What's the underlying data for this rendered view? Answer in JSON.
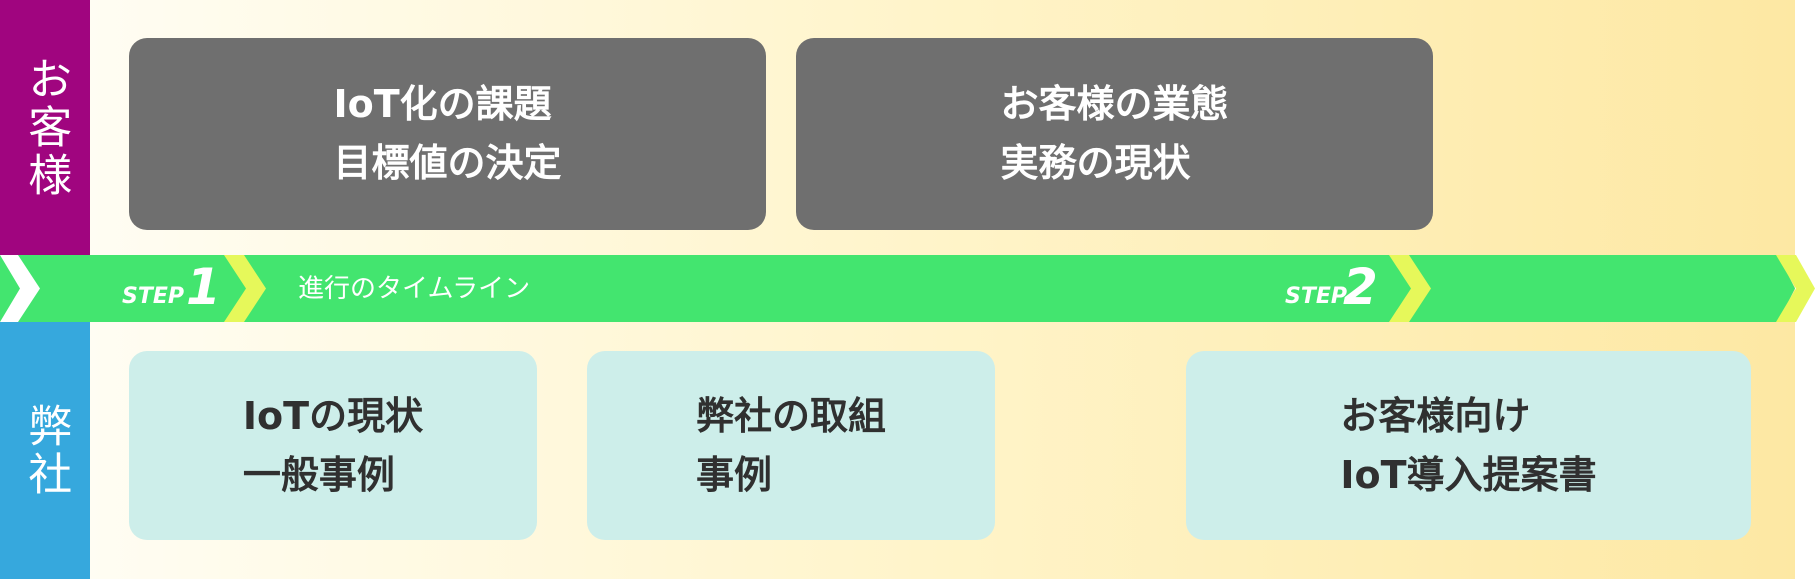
{
  "sidebar": {
    "customer_label": "お客様",
    "company_label": "弊社"
  },
  "customer_boxes": [
    {
      "line1": "IoT化の課題",
      "line2": "目標値の決定"
    },
    {
      "line1": "お客様の業態",
      "line2": "実務の現状"
    }
  ],
  "timeline": {
    "caption": "進行のタイムライン",
    "step1_word": "STEP",
    "step1_num": "1",
    "step2_word": "STEP",
    "step2_num": "2"
  },
  "company_boxes": [
    {
      "line1": "IoTの現状",
      "line2": "一般事例"
    },
    {
      "line1": "弊社の取組",
      "line2": "事例"
    },
    {
      "line1": "お客様向け",
      "line2": "IoT導入提案書"
    }
  ],
  "colors": {
    "customer": "#a0057f",
    "company": "#36a8dd",
    "timeline_band": "#43e56f",
    "chevron_accent": "#e6f85a",
    "gray_box": "#6f6f6f",
    "teal_box": "#cdeeea"
  }
}
